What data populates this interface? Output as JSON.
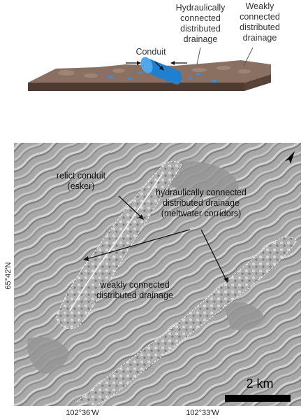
{
  "top_panel": {
    "labels": {
      "conduit": "Conduit",
      "hydraulic": [
        "Hydraulically",
        "connected",
        "distributed",
        "drainage"
      ],
      "weak": [
        "Weakly",
        "connected",
        "distributed",
        "drainage"
      ]
    }
  },
  "map_panel": {
    "labels": {
      "relict": [
        "relict conduit",
        "(esker)"
      ],
      "hydraulic": [
        "hydraulically connected",
        "distributed drainage",
        "(meltwater corridors)"
      ],
      "weak": [
        "weakly connected",
        "distributed drainage"
      ]
    },
    "scale_bar": "2 km",
    "lat_label": "65°42'N",
    "lon_labels": [
      "102°36'W",
      "102°33'W"
    ]
  },
  "colors": {
    "conduit": "#1f7fd0",
    "ground": "#8a7062",
    "relief": "#a9a9a9"
  }
}
